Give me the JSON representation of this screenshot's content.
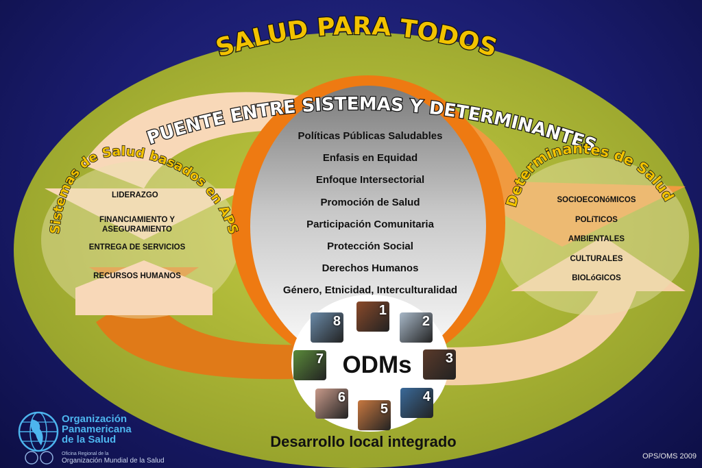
{
  "title": "SALUD PARA TODOS",
  "subtitle": "PUENTE ENTRE SISTEMAS Y DETERMINANTES",
  "left_arc_label": "Sistemas de Salud basados en APS",
  "right_arc_label": "Determinantes de Salud",
  "left_items": [
    "LIDERAZGO",
    "FINANCIAMIENTO Y ASEGURAMIENTO",
    "ENTREGA DE SERVICIOS",
    "RECURSOS HUMANOS"
  ],
  "right_items": [
    "SOCIOECONóMICOS",
    "POLíTICOS",
    "AMBIENTALES",
    "CULTURALES",
    "BIOLóGICOS"
  ],
  "center_items": [
    "Políticas Públicas Saludables",
    "Enfasis en Equidad",
    "Enfoque Intersectorial",
    "Promoción de Salud",
    "Participación Comunitaria",
    "Protección Social",
    "Derechos Humanos",
    "Género, Etnicidad, Interculturalidad"
  ],
  "odm_label": "ODMs",
  "odm_tiles": [
    {
      "num": "1",
      "color": "#8a4a2a"
    },
    {
      "num": "2",
      "color": "#a8b8c8"
    },
    {
      "num": "3",
      "color": "#5a3a2a"
    },
    {
      "num": "4",
      "color": "#3a6a9a"
    },
    {
      "num": "5",
      "color": "#c87840"
    },
    {
      "num": "6",
      "color": "#c89a8a"
    },
    {
      "num": "7",
      "color": "#5a8a3a"
    },
    {
      "num": "8",
      "color": "#6a8aa8"
    }
  ],
  "bottom_title": "Desarrollo local integrado",
  "org": {
    "line1": "Organización",
    "line2": "Panamericana",
    "line3": "de la Salud",
    "sub": "Oficina Regional de la",
    "sub2": "Organización Mundial de la Salud"
  },
  "copyright": "OPS/OMS 2009",
  "colors": {
    "olive": "#a8b432",
    "orange": "#e87a10",
    "peach": "#f8d8b0",
    "background": "#1a1c6e"
  }
}
